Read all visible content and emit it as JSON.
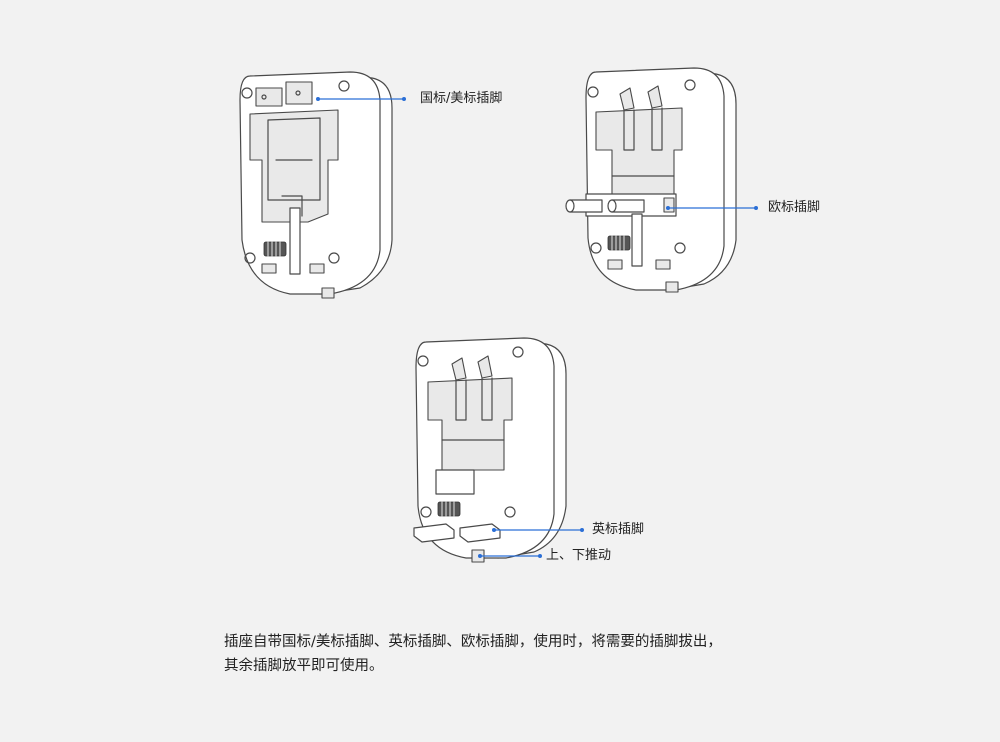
{
  "callouts": {
    "cn_us_pins": "国标/美标插脚",
    "eu_pins": "欧标插脚",
    "uk_pins": "英标插脚",
    "slide": "上、下推动"
  },
  "description": {
    "line1": "插座自带国标/美标插脚、英标插脚、欧标插脚，使用时，将需要的插脚拔出，",
    "line2": "其余插脚放平即可使用。"
  },
  "colors": {
    "background": "#f2f2f2",
    "leader_line": "#2b6fd6",
    "outline": "#4a4a4a"
  }
}
